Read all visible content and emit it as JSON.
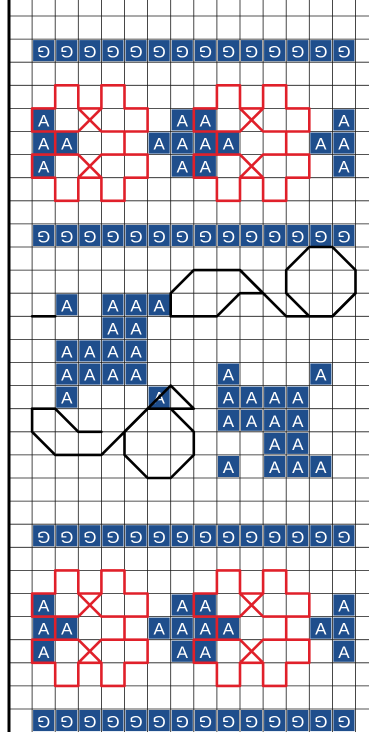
{
  "pattern": {
    "colors": {
      "background": "#ffffff",
      "grid": "#1a1a1a",
      "cell_fill": "#1f4e8c",
      "cell_text": "#ffffff",
      "motif_red": "#e0202a",
      "motif_black": "#000000",
      "border": "#000000"
    },
    "symbols": {
      "A": "A",
      "G": "G"
    },
    "rows": {
      "band_top_G": {
        "symbol": "G",
        "row": 1,
        "cols": [
          1,
          2,
          3,
          4,
          5,
          6,
          7,
          8,
          9,
          10,
          11,
          12,
          13,
          14
        ]
      },
      "star_left_block_A": [
        {
          "row": 4,
          "cols": [
            1
          ]
        },
        {
          "row": 5,
          "cols": [
            1,
            2
          ]
        },
        {
          "row": 6,
          "cols": [
            1
          ]
        }
      ],
      "star_mid_block_A": [
        {
          "row": 4,
          "cols": [
            7,
            8
          ]
        },
        {
          "row": 5,
          "cols": [
            6,
            7,
            8,
            9
          ]
        },
        {
          "row": 6,
          "cols": [
            7,
            8
          ]
        }
      ],
      "star_right_block_A": [
        {
          "row": 4,
          "cols": [
            14
          ]
        },
        {
          "row": 5,
          "cols": [
            13,
            14
          ]
        },
        {
          "row": 6,
          "cols": [
            14
          ]
        }
      ],
      "band_mid1_G": {
        "symbol": "G",
        "row": 9,
        "cols": [
          1,
          2,
          3,
          4,
          5,
          6,
          7,
          8,
          9,
          10,
          11,
          12,
          13,
          14
        ]
      },
      "middle_A": [
        {
          "row": 12,
          "cols": [
            2,
            4,
            5,
            6
          ]
        },
        {
          "row": 13,
          "cols": [
            4,
            5
          ]
        },
        {
          "row": 14,
          "cols": [
            2,
            3,
            4,
            5
          ]
        },
        {
          "row": 15,
          "cols": [
            2,
            3,
            4,
            5,
            9,
            13
          ]
        },
        {
          "row": 16,
          "cols": [
            2,
            6,
            9,
            10,
            11,
            12
          ]
        },
        {
          "row": 17,
          "cols": [
            9,
            10,
            11,
            12
          ]
        },
        {
          "row": 18,
          "cols": [
            11,
            12
          ]
        },
        {
          "row": 19,
          "cols": [
            9,
            11,
            12,
            13
          ]
        }
      ],
      "band_mid2_G": {
        "symbol": "G",
        "row": 22,
        "cols": [
          1,
          2,
          3,
          4,
          5,
          6,
          7,
          8,
          9,
          10,
          11,
          12,
          13,
          14
        ]
      },
      "star2_left_block_A": [
        {
          "row": 25,
          "cols": [
            1
          ]
        },
        {
          "row": 26,
          "cols": [
            1,
            2
          ]
        },
        {
          "row": 27,
          "cols": [
            1
          ]
        }
      ],
      "star2_mid_block_A": [
        {
          "row": 25,
          "cols": [
            7,
            8
          ]
        },
        {
          "row": 26,
          "cols": [
            6,
            7,
            8,
            9
          ]
        },
        {
          "row": 27,
          "cols": [
            7,
            8
          ]
        }
      ],
      "star2_right_block_A": [
        {
          "row": 25,
          "cols": [
            14
          ]
        },
        {
          "row": 26,
          "cols": [
            13,
            14
          ]
        },
        {
          "row": 27,
          "cols": [
            14
          ]
        }
      ],
      "band_bottom_G": {
        "symbol": "G",
        "row": 30,
        "cols": [
          1,
          2,
          3,
          4,
          5,
          6,
          7,
          8,
          9,
          10,
          11,
          12,
          13,
          14
        ]
      }
    }
  }
}
